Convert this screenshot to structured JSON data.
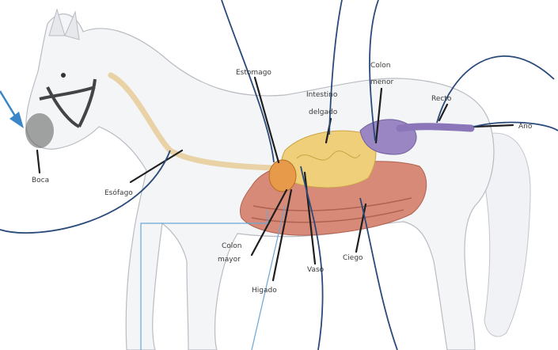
{
  "labels": {
    "boca": "Boca",
    "esofago": "Esófago",
    "estomago": "Estomago",
    "intestino_1": "Intestino",
    "intestino_2": "delgado",
    "colon_menor_1": "Colon",
    "colon_menor_2": "menor",
    "recto": "Recto",
    "ano": "Ano",
    "colon_mayor_1": "Colon",
    "colon_mayor_2": "mayor",
    "higado": "Higado",
    "vaso": "Vaso",
    "ciego": "Ciego"
  },
  "colors": {
    "horse_body": "#f4f5f7",
    "horse_outline": "#b9bcc2",
    "esophagus": "#e9d2a6",
    "small_intestine": "#efcf7a",
    "large_colon": "#d88a78",
    "small_colon": "#9a86c2",
    "stomach": "#e79a4a",
    "annotation_curve": "#2a4a7a",
    "arrow": "#3a86c8",
    "box_line": "#6aa6d8"
  }
}
